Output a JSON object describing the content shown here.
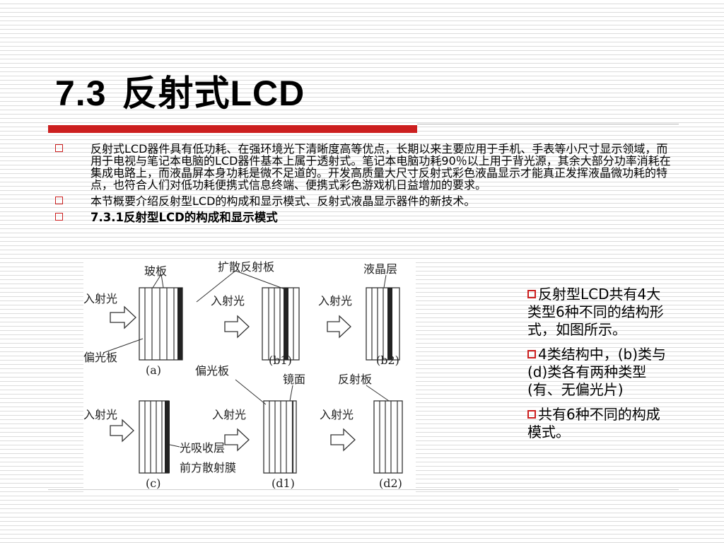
{
  "slide": {
    "title_number": "7.3",
    "title_text": "反射式LCD",
    "accent_color": "#cc1f1f"
  },
  "bullets": [
    {
      "text": "反射式LCD器件具有低功耗、在强环境光下清晰度高等优点，长期以来主要应用于手机、手表等小尺寸显示领域，而用于电视与笔记本电脑的LCD器件基本上属于透射式。笔记本电脑功耗90％以上用于背光源，其余大部分功率消耗在集成电路上，而液晶屏本身功耗是微不足道的。开发高质量大尺寸反射式彩色液晶显示才能真正发挥液晶微功耗的特点，也符合人们对低功耗便携式信息终端、便携式彩色游戏机日益增加的要求。"
    },
    {
      "text": "本节概要介绍反射型LCD的构成和显示模式、反射式液晶显示器件的新技术。"
    },
    {
      "text": "7.3.1反射型LCD的构成和显示模式"
    }
  ],
  "figure": {
    "labels": {
      "glass": "玻板",
      "diffuse_reflector": "扩散反射板",
      "liquid_crystal": "液晶层",
      "incident_a": "入射光",
      "incident_b1": "入射光",
      "incident_b2": "入射光",
      "polarizer_a": "偏光板",
      "polarizer_center": "偏光板",
      "mirror": "镜面",
      "reflector": "反射板",
      "incident_c": "入射光",
      "incident_d1": "入射光",
      "incident_d2": "入射光",
      "absorber": "光吸收层",
      "front_scatter": "前方散射膜",
      "cap_a": "(a)",
      "cap_b1": "(b1)",
      "cap_b2": "(b2)",
      "cap_c": "(c)",
      "cap_d1": "(d1)",
      "cap_d2": "(d2)"
    }
  },
  "side_notes": [
    {
      "text": "反射型LCD共有4大类型6种不同的结构形式，如图所示。"
    },
    {
      "text": "4类结构中，(b)类与(d)类各有两种类型(有、无偏光片)"
    },
    {
      "text": "共有6种不同的构成模式。"
    }
  ]
}
